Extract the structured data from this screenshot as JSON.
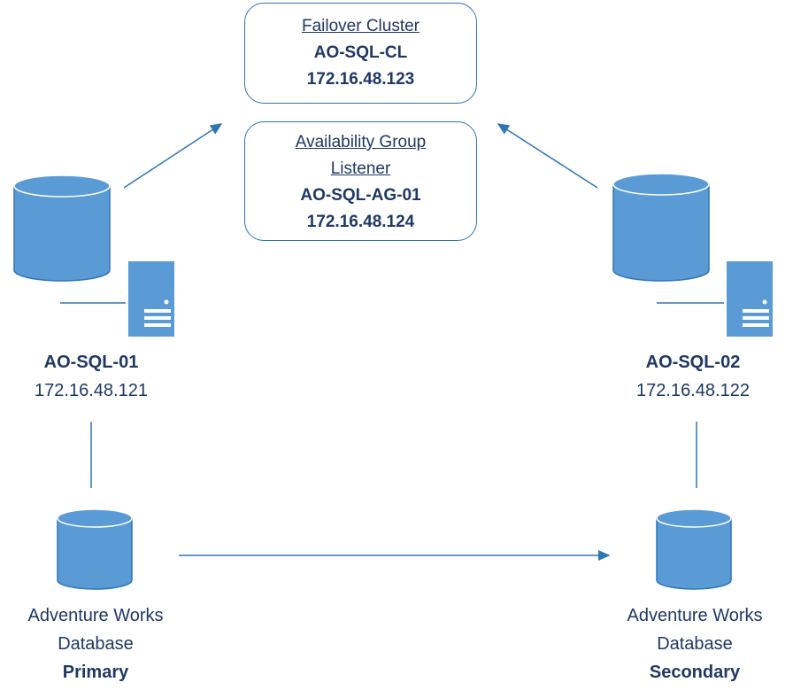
{
  "failover_cluster": {
    "heading": "Failover Cluster",
    "name": "AO-SQL-CL",
    "ip": "172.16.48.123"
  },
  "ag_listener": {
    "heading_line1": "Availability Group",
    "heading_line2": "Listener",
    "name": "AO-SQL-AG-01",
    "ip": "172.16.48.124"
  },
  "server_left": {
    "name": "AO-SQL-01",
    "ip": "172.16.48.121"
  },
  "server_right": {
    "name": "AO-SQL-02",
    "ip": "172.16.48.122"
  },
  "db_left": {
    "line1": "Adventure Works",
    "line2": "Database",
    "role": "Primary"
  },
  "db_right": {
    "line1": "Adventure Works",
    "line2": "Database",
    "role": "Secondary"
  },
  "colors": {
    "shape_fill": "#5b9bd5",
    "shape_stroke": "#2e75b6",
    "text": "#1f3864"
  }
}
